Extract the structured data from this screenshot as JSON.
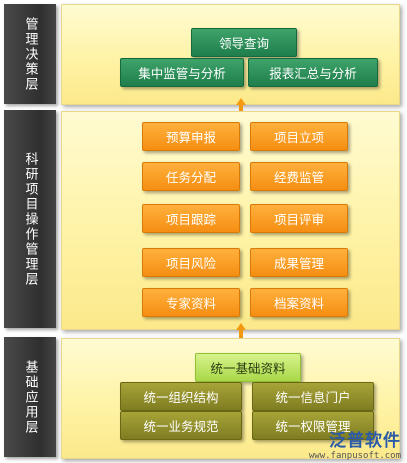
{
  "layers": [
    {
      "label": "管理决策层",
      "items": [
        "领导查询",
        "集中监管与分析",
        "报表汇总与分析"
      ]
    },
    {
      "label": "科研项目操作管理层",
      "items": [
        "预算申报",
        "项目立项",
        "任务分配",
        "经费监管",
        "项目跟踪",
        "项目评审",
        "项目风险",
        "成果管理",
        "专家资料",
        "档案资料"
      ]
    },
    {
      "label": "基础应用层",
      "items": [
        "统一基础资料",
        "统一组织结构",
        "统一信息门户",
        "统一业务规范",
        "统一权限管理"
      ]
    }
  ],
  "watermark": {
    "logo": "泛普软件",
    "url": "www.fanpusoft.com"
  },
  "colors": {
    "side": "#3a3a3a",
    "panel": "#fff3a6",
    "green": "#2b8f58",
    "orange": "#f7991e",
    "light_green": "#c2e66a",
    "olive": "#939130",
    "arrow": "#f59a10"
  }
}
